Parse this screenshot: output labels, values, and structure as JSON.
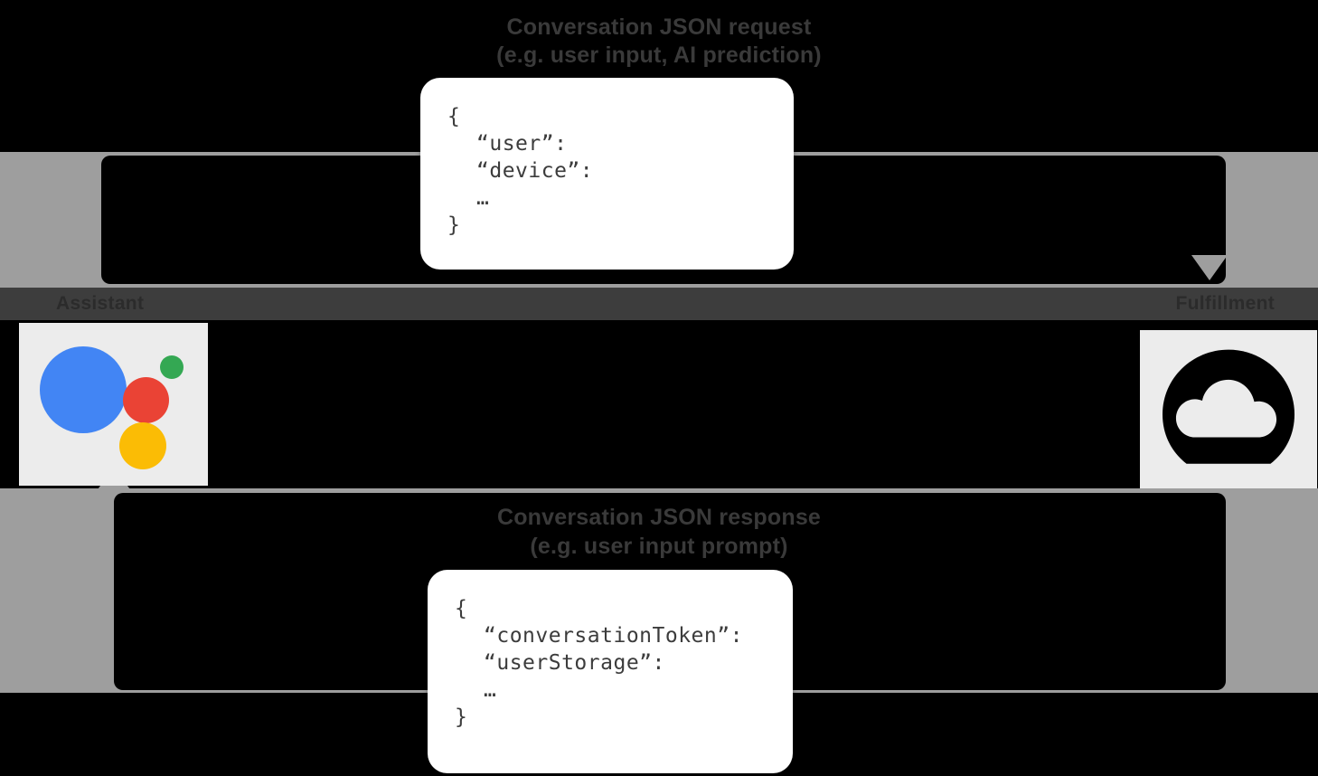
{
  "diagram": {
    "title_request_main": "Conversation JSON request",
    "title_request_sub": "(e.g. user input, AI prediction)",
    "title_response_main": "Conversation JSON response",
    "title_response_sub": "(e.g. user input prompt)",
    "actors": {
      "left_label": "Assistant",
      "right_label": "Fulfillment"
    },
    "icons": {
      "left": "google-assistant-icon",
      "right": "cloud-icon"
    },
    "colors": {
      "background": "#000000",
      "band": "#9e9e9e",
      "lane": "#3d3d3d",
      "tile": "#ececec",
      "card": "#ffffff",
      "code_text": "#3c3c3c",
      "assistant_blue": "#4285F4",
      "assistant_red": "#EA4335",
      "assistant_yellow": "#FBBC05",
      "assistant_green": "#34A853"
    },
    "request_payload": {
      "open": "{",
      "keys": [
        "“user”:",
        "“device”:"
      ],
      "ellipsis": "…",
      "close": "}"
    },
    "response_payload": {
      "open": "{",
      "keys": [
        "“conversationToken”:",
        "“userStorage”:"
      ],
      "ellipsis": "…",
      "close": "}"
    }
  }
}
